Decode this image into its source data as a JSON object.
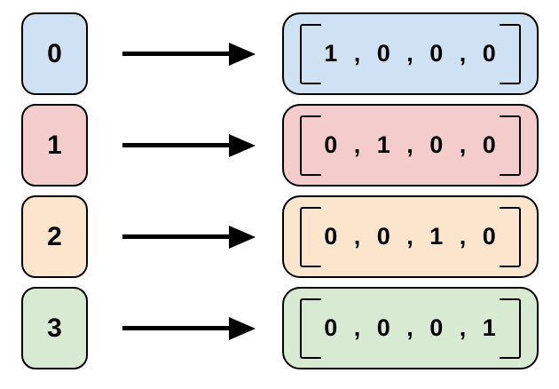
{
  "diagram": {
    "type": "one-hot-encoding-mapping",
    "background": "#ffffff",
    "border_color": "#000000",
    "rows": [
      {
        "label": "0",
        "color": "#cfe2f3",
        "vector": [
          1,
          0,
          0,
          0
        ],
        "vector_display": "1 , 0 , 0 , 0"
      },
      {
        "label": "1",
        "color": "#f4cccc",
        "vector": [
          0,
          1,
          0,
          0
        ],
        "vector_display": "0 , 1 , 0 , 0"
      },
      {
        "label": "2",
        "color": "#fce5cd",
        "vector": [
          0,
          0,
          1,
          0
        ],
        "vector_display": "0 , 0 , 1 , 0"
      },
      {
        "label": "3",
        "color": "#d9ead3",
        "vector": [
          0,
          0,
          0,
          1
        ],
        "vector_display": "0 , 0 , 0 , 1"
      }
    ]
  }
}
